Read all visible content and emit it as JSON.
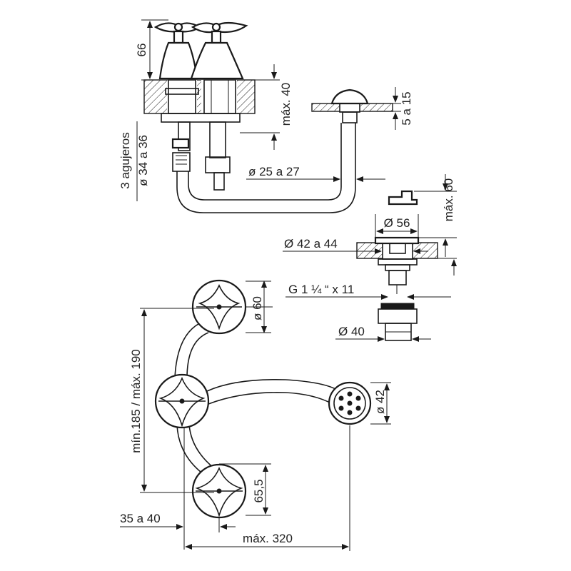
{
  "dimensions": {
    "d66": "66",
    "max40": "máx. 40",
    "r5a15": "5 a 15",
    "holes1": "3 agujeros",
    "holes2": "ø 34 a 36",
    "d25a27": "ø 25 a 27",
    "max60": "máx. 60",
    "d56": "Ø 56",
    "d42a44": "Ø 42 a 44",
    "g114": "G 1 ¼ “ x 11",
    "d40": "Ø 40",
    "d60": "ø 60",
    "d42": "ø 42",
    "min185": "mín.185 / máx. 190",
    "d655": "65,5",
    "r35a40": "35 a 40",
    "max320": "máx. 320"
  },
  "icons": [
    "cross-handle-icon",
    "shower-head-icon",
    "pipe-icon"
  ]
}
